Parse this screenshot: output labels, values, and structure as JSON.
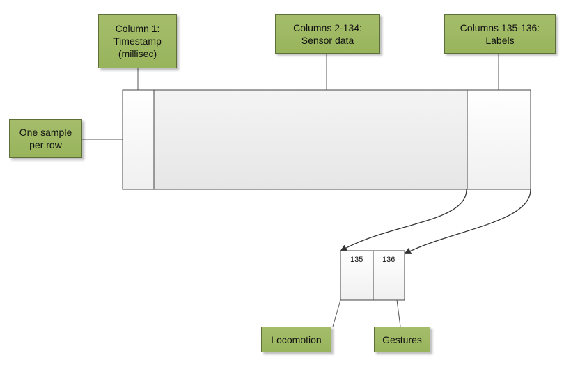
{
  "labels": {
    "timestamp": "Column 1:\nTimestamp\n(millisec)",
    "sensor": "Columns 2-134:\nSensor data",
    "labels_cols": "Columns 135-136:\nLabels",
    "one_sample": "One sample\nper row",
    "locomotion": "Locomotion",
    "gestures": "Gestures"
  },
  "columns": {
    "col135": "135",
    "col136": "136"
  },
  "colors": {
    "box_fill": "#9bb75f",
    "box_border": "#5f6f3a",
    "table_border": "#444444",
    "arrow": "#333333"
  }
}
